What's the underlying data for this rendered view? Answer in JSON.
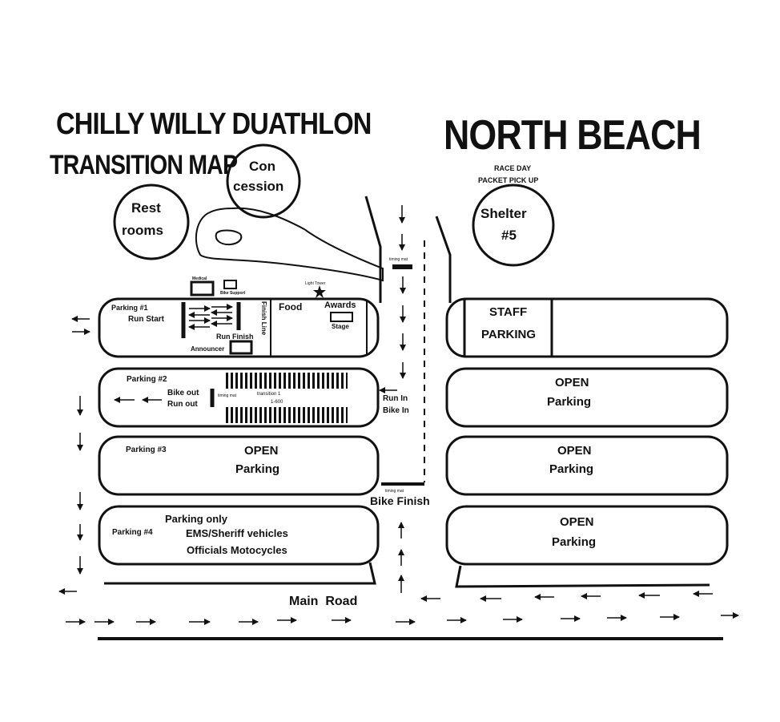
{
  "title": {
    "line1": "CHILLY WILLY DUATHLON",
    "line2": "TRANSITION MAP",
    "venue": "NORTH BEACH"
  },
  "circles": {
    "concession": [
      "Con",
      "cession"
    ],
    "restrooms": [
      "Rest",
      "rooms"
    ],
    "shelter": [
      "Shelter",
      "#5"
    ]
  },
  "packet_pickup": [
    "RACE DAY",
    "PACKET PICK UP"
  ],
  "labels": {
    "medical": "Medical",
    "bike_support": "Bike Support",
    "light_tower": "Light Tower",
    "timing_mat_top": "timing mat",
    "timing_mat_mid": "timing mat",
    "timing_mat_bottom": "timing mat",
    "finish_line": "Finish Line",
    "run_finish": "Run Finish",
    "announcer": "Announcer",
    "food": "Food",
    "awards": "Awards",
    "stage": "Stage",
    "run_in": "Run In",
    "bike_in": "Bike In",
    "bike_finish": "Bike Finish",
    "main_road": "Main  Road"
  },
  "lots_left": {
    "p1": {
      "name": "Parking #1",
      "sub": "Run Start"
    },
    "p2": {
      "name": "Parking #2",
      "bike_out": "Bike out",
      "run_out": "Run out",
      "transition": "transition 1",
      "range": "1-600"
    },
    "p3": {
      "name": "Parking #3",
      "line1": "OPEN",
      "line2": "Parking"
    },
    "p4": {
      "name": "Parking #4",
      "line1": "Parking only",
      "line2": "EMS/Sheriff vehicles",
      "line3": "Officials  Motocycles"
    }
  },
  "lots_right": {
    "r1": {
      "line1": "STAFF",
      "line2": "PARKING"
    },
    "r2": {
      "line1": "OPEN",
      "line2": "Parking"
    },
    "r3": {
      "line1": "OPEN",
      "line2": "Parking"
    },
    "r4": {
      "line1": "OPEN",
      "line2": "Parking"
    }
  }
}
